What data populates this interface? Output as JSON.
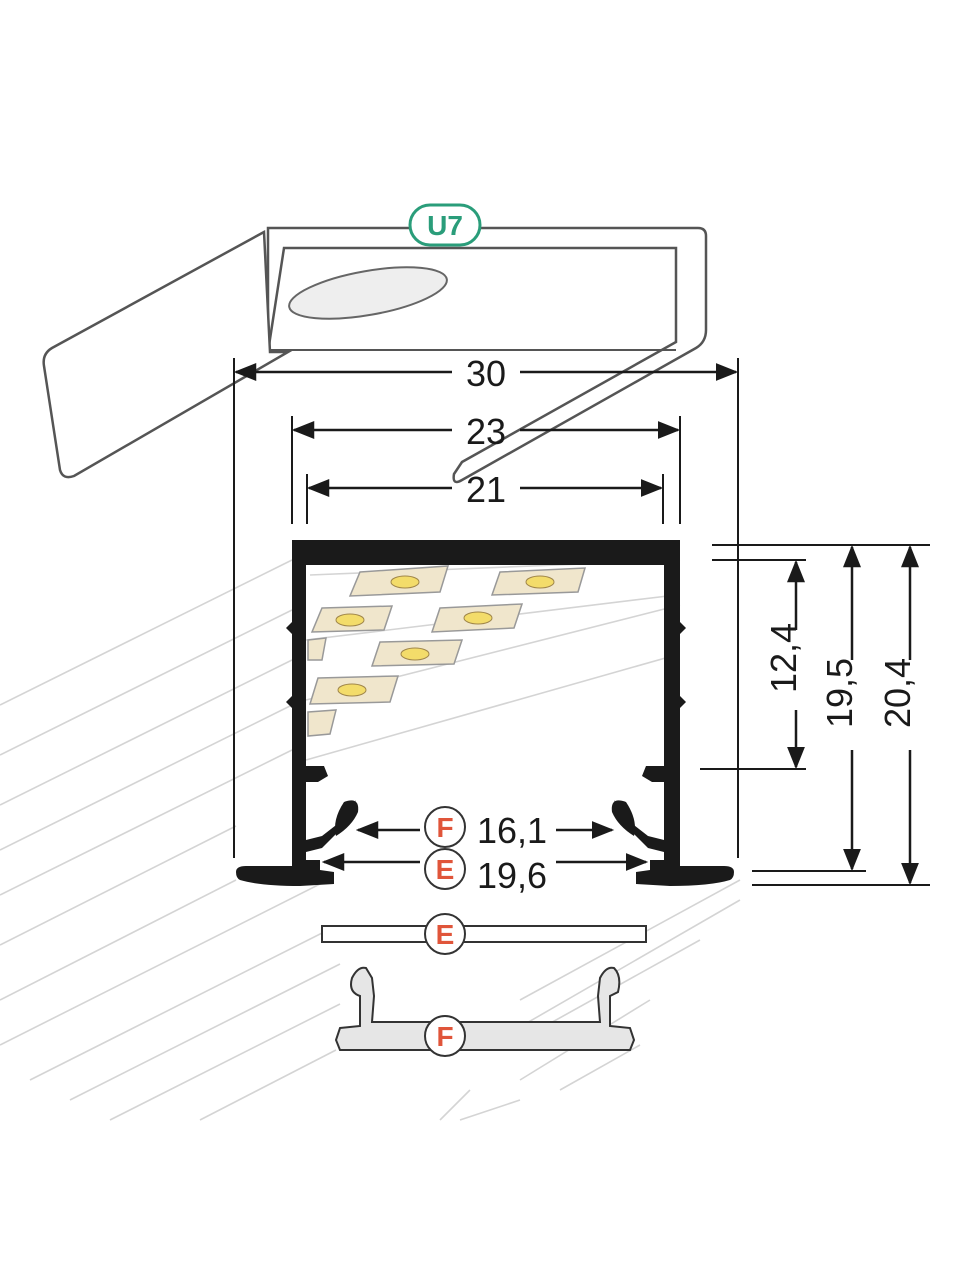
{
  "diagram": {
    "cover_badge": "U7",
    "dimensions": {
      "outer_width": "30",
      "inner_width_top": "23",
      "inner_width": "21",
      "inner_height": "12,4",
      "height_main": "19,5",
      "height_total": "20,4",
      "diffuser_f_width": "16,1",
      "diffuser_e_width": "19,6"
    },
    "badges": {
      "f": "F",
      "e": "E"
    },
    "colors": {
      "profile": "#1a1a1a",
      "badge_u7": "#2a9d7a",
      "badge_ef": "#e0553a",
      "led_yellow": "#f3dc6a",
      "led_pad": "#f0e6cc",
      "diffuser_f_fill": "#e6e6e6"
    }
  }
}
